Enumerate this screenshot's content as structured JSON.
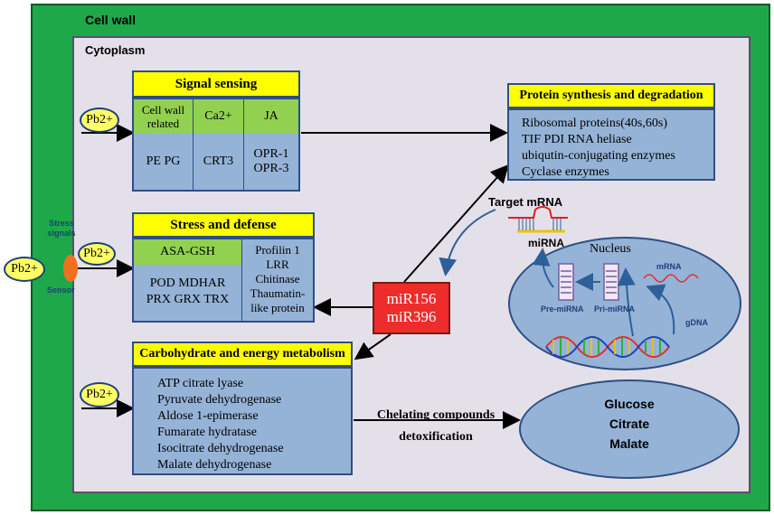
{
  "cell_wall": "Cell wall",
  "cytoplasm": "Cytoplasm",
  "pb_ion": "Pb2+",
  "stress_signals": "Stress signals",
  "sensor": "Sensor",
  "signal_sensing": {
    "title": "Signal sensing",
    "columns": [
      {
        "header": "Cell wall related",
        "body": "PE PG"
      },
      {
        "header": "Ca2+",
        "body": "CRT3"
      },
      {
        "header": "JA",
        "body": "OPR-1 OPR-3"
      }
    ]
  },
  "stress_defense": {
    "title": "Stress and defense",
    "left_header": "ASA-GSH",
    "left_body_1": "POD MDHAR",
    "left_body_2": "PRX GRX TRX",
    "right_items": [
      "Profilin 1",
      "LRR",
      "Chitinase",
      "Thaumatin-",
      "like protein"
    ]
  },
  "carbohydrate": {
    "title": "Carbohydrate and energy metabolism",
    "items": [
      "ATP citrate lyase",
      "Pyruvate dehydrogenase",
      "Aldose 1-epimerase",
      "Fumarate hydratase",
      "Isocitrate dehydrogenase",
      "Malate dehydrogenase"
    ]
  },
  "protein": {
    "title": "Protein synthesis and degradation",
    "items": [
      "Ribosomal proteins(40s,60s)",
      "TIF PDI RNA heliase",
      "ubiqutin-conjugating enzymes",
      "Cyclase enzymes"
    ]
  },
  "mirna_box": {
    "line1": "miR156",
    "line2": "miR396"
  },
  "target_mrna": "Target mRNA",
  "mirna": "miRNA",
  "nucleus": {
    "title": "Nucleus",
    "mrna": "mRNA",
    "pre_mirna": "Pre-miRNA",
    "pri_mirna": "Pri-miRNA",
    "gdna": "gDNA"
  },
  "chelating": {
    "line1": "Chelating compounds",
    "line2": "detoxification"
  },
  "products": [
    "Glucose",
    "Citrate",
    "Malate"
  ],
  "colors": {
    "cell_wall": "#1ea84a",
    "cytoplasm": "#e4e0ea",
    "header": "#ffff00",
    "box": "#95b3d7",
    "mirna": "#ee2c2c"
  }
}
